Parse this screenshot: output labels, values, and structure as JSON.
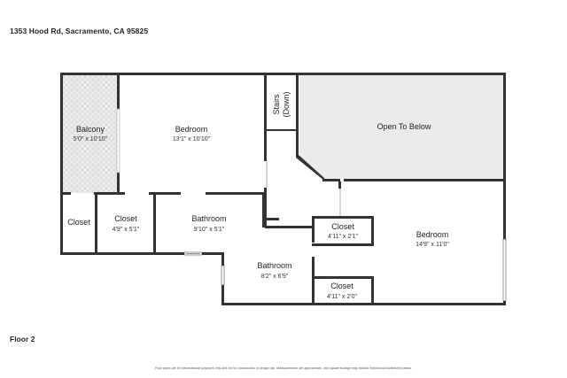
{
  "header": {
    "address": "1353 Hood Rd, Sacramento, CA 95825"
  },
  "floor": {
    "label": "Floor 2"
  },
  "footer": {
    "disclaimer": "Floor plans are for informational purposes only and not for construction or design use. Measurements are approximate, and square footage may include finished and unfinished areas."
  },
  "rooms": {
    "balcony": {
      "name": "Balcony",
      "dims": "5'0\" x 10'10\""
    },
    "bedroom1": {
      "name": "Bedroom",
      "dims": "13'1\" x 10'10\""
    },
    "stairs": {
      "name": "Stairs",
      "sub": "(Down)"
    },
    "open_below": {
      "name": "Open To Below"
    },
    "closet1": {
      "name": "Closet"
    },
    "closet2": {
      "name": "Closet",
      "dims": "4'9\" x 5'1\""
    },
    "bathroom1": {
      "name": "Bathroom",
      "dims": "9'10\" x 5'1\""
    },
    "closet3": {
      "name": "Closet",
      "dims": "4'11\" x 2'1\""
    },
    "bedroom2": {
      "name": "Bedroom",
      "dims": "14'9\" x 11'0\""
    },
    "bathroom2": {
      "name": "Bathroom",
      "dims": "8'2\" x 6'9\""
    },
    "closet4": {
      "name": "Closet",
      "dims": "4'11\" x 2'0\""
    }
  },
  "colors": {
    "wall": "#333333",
    "open_below_fill": "#ebebeb",
    "balcony_fill": "#e6e6e6"
  }
}
